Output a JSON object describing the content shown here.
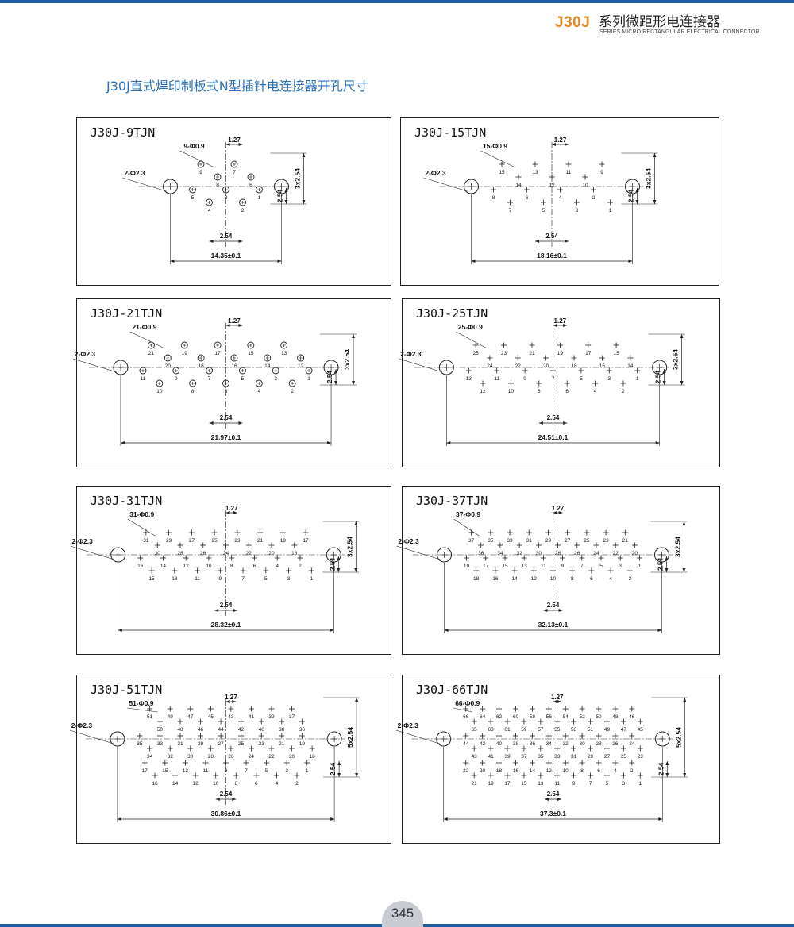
{
  "header": {
    "series": "J30J",
    "title": "系列微距形电连接器",
    "subtitle": "SERIES MICRO RECTANGULAR ELECTRICAL CONNECTOR"
  },
  "page_title": "J30J直式焊印制板式N型插针电连接器开孔尺寸",
  "page_number": "345",
  "panels": [
    {
      "name": "J30J-9TJN",
      "mount_label": "2-Φ2.3",
      "pin_label": "9-Φ0.9",
      "pitch_label": "1.27",
      "pitch2_label": "2.54",
      "width_label": "14.35±0.1",
      "height_label": "3x2.54",
      "row_label": "2.54",
      "row1": [
        "9",
        "8",
        "7",
        "6"
      ],
      "row2": [
        "5",
        "4",
        "3",
        "2",
        "1"
      ]
    },
    {
      "name": "J30J-15TJN",
      "mount_label": "2-Φ2.3",
      "pin_label": "15-Φ0.9",
      "pitch_label": "1.27",
      "pitch2_label": "2.54",
      "width_label": "18.16±0.1",
      "height_label": "3x2.54",
      "row_label": "2.54",
      "row1": [
        "15",
        "14",
        "13",
        "12",
        "11",
        "10",
        "9"
      ],
      "row2": [
        "8",
        "7",
        "6",
        "5",
        "4",
        "3",
        "2",
        "1"
      ]
    },
    {
      "name": "J30J-21TJN",
      "mount_label": "2-Φ2.3",
      "pin_label": "21-Φ0.9",
      "pitch_label": "1.27",
      "pitch2_label": "2.54",
      "width_label": "21.97±0.1",
      "height_label": "3x2.54",
      "row_label": "2.54",
      "row1": [
        "21",
        "20",
        "19",
        "18",
        "17",
        "16",
        "15",
        "14",
        "13",
        "12"
      ],
      "row2": [
        "11",
        "10",
        "9",
        "8",
        "7",
        "6",
        "5",
        "4",
        "3",
        "2",
        "1"
      ]
    },
    {
      "name": "J30J-25TJN",
      "mount_label": "2-Φ2.3",
      "pin_label": "25-Φ0.9",
      "pitch_label": "1.27",
      "pitch2_label": "2.54",
      "width_label": "24.51±0.1",
      "height_label": "3x2.54",
      "row_label": "2.54",
      "row1": [
        "25",
        "24",
        "23",
        "22",
        "21",
        "20",
        "19",
        "18",
        "17",
        "16",
        "15",
        "14"
      ],
      "row2": [
        "13",
        "12",
        "11",
        "10",
        "9",
        "8",
        "7",
        "6",
        "5",
        "4",
        "3",
        "2",
        "1"
      ]
    },
    {
      "name": "J30J-31TJN",
      "mount_label": "2-Φ2.3",
      "pin_label": "31-Φ0.9",
      "pitch_label": "1.27",
      "pitch2_label": "2.54",
      "width_label": "28.32±0.1",
      "height_label": "3x2.54",
      "row_label": "2.54",
      "row1": [
        "31",
        "30",
        "29",
        "28",
        "27",
        "26",
        "25",
        "24",
        "23",
        "22",
        "21",
        "20",
        "19",
        "18",
        "17"
      ],
      "row2": [
        "16",
        "15",
        "14",
        "13",
        "12",
        "11",
        "10",
        "9",
        "8",
        "7",
        "6",
        "5",
        "4",
        "3",
        "2",
        "1"
      ]
    },
    {
      "name": "J30J-37TJN",
      "mount_label": "2-Φ2.3",
      "pin_label": "37-Φ0.9",
      "pitch_label": "1.27",
      "pitch2_label": "2.54",
      "width_label": "32.13±0.1",
      "height_label": "3x2.54",
      "row_label": "2.54",
      "row1": [
        "37",
        "36",
        "35",
        "34",
        "33",
        "32",
        "31",
        "30",
        "29",
        "28",
        "27",
        "26",
        "25",
        "24",
        "23",
        "22",
        "21",
        "20"
      ],
      "row2": [
        "19",
        "18",
        "17",
        "16",
        "15",
        "14",
        "13",
        "12",
        "11",
        "10",
        "9",
        "8",
        "7",
        "6",
        "5",
        "4",
        "3",
        "2",
        "1"
      ]
    },
    {
      "name": "J30J-51TJN",
      "mount_label": "2-Φ2.3",
      "pin_label": "51-Φ0.9",
      "pitch_label": "1.27",
      "pitch2_label": "2.54",
      "width_label": "30.86±0.1",
      "height_label": "5x2.54",
      "row_label": "2.54",
      "row1": [
        "51",
        "50",
        "49",
        "48",
        "47",
        "46",
        "45",
        "44",
        "43",
        "42",
        "41",
        "40",
        "39",
        "38",
        "37",
        "36"
      ],
      "row2": [
        "35",
        "34",
        "33",
        "32",
        "31",
        "30",
        "29",
        "28",
        "27",
        "26",
        "25",
        "24",
        "23",
        "22",
        "21",
        "20",
        "19",
        "18"
      ],
      "row3": [
        "17",
        "16",
        "15",
        "14",
        "13",
        "12",
        "11",
        "10",
        "9",
        "8",
        "7",
        "6",
        "5",
        "4",
        "3",
        "2",
        "1"
      ]
    },
    {
      "name": "J30J-66TJN",
      "mount_label": "2-Φ2.3",
      "pin_label": "66-Φ0.9",
      "pitch_label": "1.27",
      "pitch2_label": "2.54",
      "width_label": "37.3±0.1",
      "height_label": "5x2.54",
      "row_label": "2.54",
      "row1": [
        "66",
        "65",
        "64",
        "63",
        "62",
        "61",
        "60",
        "59",
        "58",
        "57",
        "56",
        "55",
        "54",
        "53",
        "52",
        "51",
        "50",
        "49",
        "48",
        "47",
        "46",
        "45"
      ],
      "row2": [
        "44",
        "43",
        "42",
        "41",
        "40",
        "39",
        "38",
        "37",
        "36",
        "35",
        "34",
        "33",
        "32",
        "31",
        "30",
        "29",
        "28",
        "27",
        "26",
        "25",
        "24",
        "23"
      ],
      "row3": [
        "22",
        "21",
        "20",
        "19",
        "18",
        "17",
        "16",
        "15",
        "14",
        "13",
        "12",
        "11",
        "10",
        "9",
        "8",
        "7",
        "6",
        "5",
        "4",
        "3",
        "2",
        "1"
      ]
    }
  ]
}
